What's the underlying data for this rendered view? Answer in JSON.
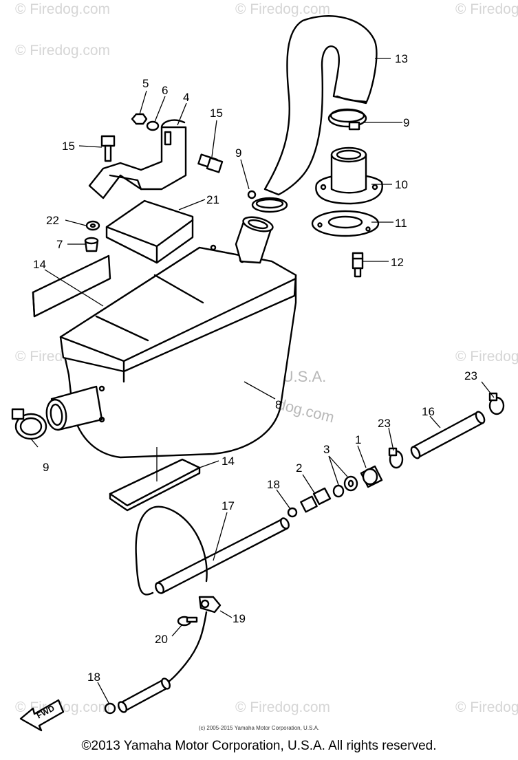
{
  "watermarks": {
    "mark": "© Firedog.com",
    "center_line1": "© Yamaha Motor Corp. U.S.A.",
    "center_line2": "Firedog.com"
  },
  "callouts": {
    "p1": "1",
    "p2": "2",
    "p3": "3",
    "p4": "4",
    "p5": "5",
    "p6": "6",
    "p7": "7",
    "p8": "8",
    "p9": "9",
    "p10": "10",
    "p11": "11",
    "p12": "12",
    "p13": "13",
    "p14": "14",
    "p15": "15",
    "p16": "16",
    "p17": "17",
    "p18": "18",
    "p19": "19",
    "p20": "20",
    "p21": "21",
    "p22": "22",
    "p23": "23"
  },
  "fwd_label": "FWD",
  "footer": {
    "small_copyright": "(c) 2005-2015 Yamaha Motor Corporation, U.S.A.",
    "copyright": "©2013 Yamaha Motor Corporation, U.S.A. All rights reserved."
  }
}
